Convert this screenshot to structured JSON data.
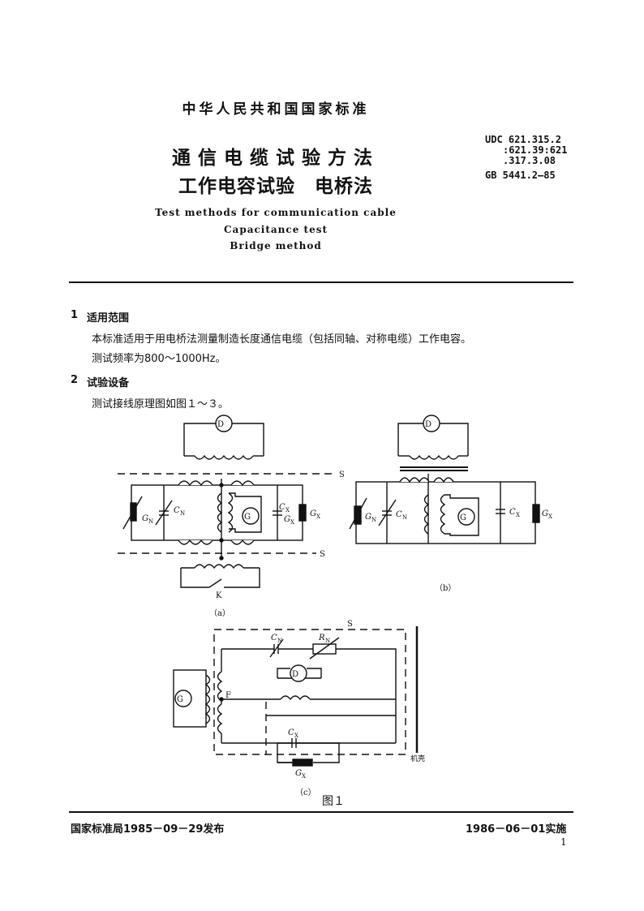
{
  "header": {
    "standard": "中华人民共和国国家标准",
    "title_line1": "通信电缆试验方法",
    "title_line2": "工作电容试验　电桥法",
    "title_en": [
      "Test methods for communication cable",
      "Capacitance test",
      "Bridge method"
    ],
    "udc": [
      "UDC 621.315.2",
      ":621.39:621",
      ".317.3.08"
    ],
    "gb_number": "GB 5441.2—85"
  },
  "sections": [
    {
      "number": "1",
      "title": "适用范围",
      "lines": [
        "本标准适用于用电桥法测量制造长度通信电缆（包括同轴、对称电缆）工作电容。",
        "测试频率为800～1000Hz。"
      ]
    },
    {
      "number": "2",
      "title": "试验设备",
      "lines": [
        "测试接线原理图如图１～３。"
      ]
    }
  ],
  "figure": {
    "caption": "图１",
    "sub_a": "（a）",
    "sub_b": "（b）",
    "sub_c": "（c）",
    "labels": {
      "D": "D",
      "G": "G",
      "S": "S",
      "K": "K",
      "F": "F",
      "G_N": "G",
      "G_N_sub": "N",
      "C_N": "C",
      "C_N_sub": "N",
      "C_X": "C",
      "C_X_sub": "X",
      "G_X": "G",
      "G_X_sub": "X",
      "R_N": "R",
      "R_N_sub": "N",
      "chassis": "机壳"
    }
  },
  "footer": {
    "issued": "国家标准局1985－09－29发布",
    "effective": "1986－06－01实施",
    "page": "1"
  }
}
